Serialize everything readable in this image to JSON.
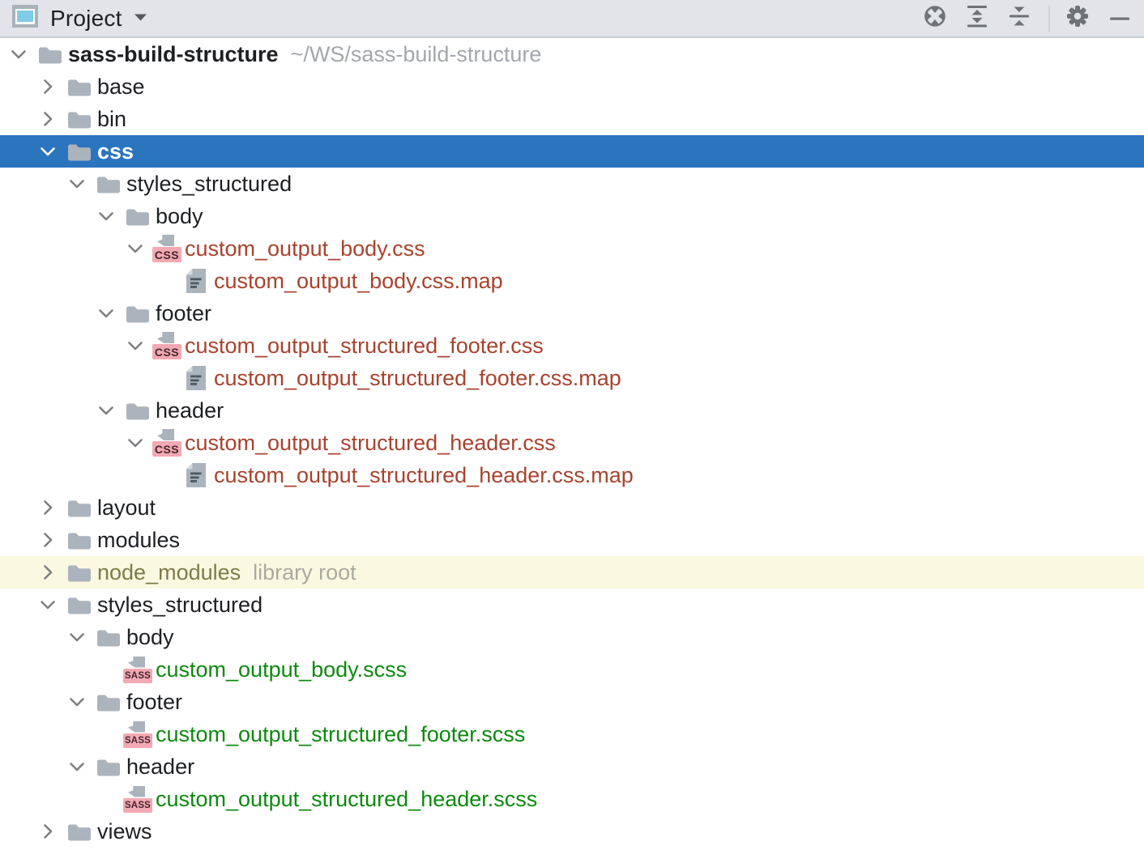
{
  "toolbar": {
    "title": "Project",
    "selector_caret": "caret-down-icon",
    "buttons": [
      {
        "name": "locate-file-button",
        "icon": "target-icon"
      },
      {
        "name": "expand-all-button",
        "icon": "expand-all-icon"
      },
      {
        "name": "collapse-all-button",
        "icon": "collapse-all-icon"
      },
      {
        "name": "settings-button",
        "icon": "gear-icon"
      },
      {
        "name": "hide-button",
        "icon": "minimize-icon"
      }
    ]
  },
  "colors": {
    "default": "#1D1F23",
    "red": "#A8432E",
    "green": "#0C8A0E",
    "olive": "#7C7C49",
    "white": "#FFFFFF",
    "annotation": "#A3A7AD",
    "annotation_on_highlight": "#A9ABA0",
    "selection": "#2B74BE",
    "highlight": "#FBF8E1",
    "toolbar_bg": "#E2E4EA",
    "icon_gray": "#ABB3BC",
    "badge_pink": "#F2A9B3"
  },
  "tree": {
    "rows": [
      {
        "depth": 0,
        "chevron": "down",
        "icon": "folder",
        "label": "sass-build-structure",
        "bold": true,
        "annotation": "~/WS/sass-build-structure"
      },
      {
        "depth": 1,
        "chevron": "right",
        "icon": "folder",
        "label": "base"
      },
      {
        "depth": 1,
        "chevron": "right",
        "icon": "folder",
        "label": "bin"
      },
      {
        "depth": 1,
        "chevron": "down",
        "icon": "folder",
        "label": "css",
        "selected": true,
        "bold": true
      },
      {
        "depth": 2,
        "chevron": "down",
        "icon": "folder",
        "label": "styles_structured"
      },
      {
        "depth": 3,
        "chevron": "down",
        "icon": "folder",
        "label": "body"
      },
      {
        "depth": 4,
        "chevron": "down",
        "icon": "css",
        "label": "custom_output_body.css",
        "color": "red"
      },
      {
        "depth": 5,
        "chevron": null,
        "icon": "map",
        "label": "custom_output_body.css.map",
        "color": "red"
      },
      {
        "depth": 3,
        "chevron": "down",
        "icon": "folder",
        "label": "footer"
      },
      {
        "depth": 4,
        "chevron": "down",
        "icon": "css",
        "label": "custom_output_structured_footer.css",
        "color": "red"
      },
      {
        "depth": 5,
        "chevron": null,
        "icon": "map",
        "label": "custom_output_structured_footer.css.map",
        "color": "red"
      },
      {
        "depth": 3,
        "chevron": "down",
        "icon": "folder",
        "label": "header"
      },
      {
        "depth": 4,
        "chevron": "down",
        "icon": "css",
        "label": "custom_output_structured_header.css",
        "color": "red"
      },
      {
        "depth": 5,
        "chevron": null,
        "icon": "map",
        "label": "custom_output_structured_header.css.map",
        "color": "red"
      },
      {
        "depth": 1,
        "chevron": "right",
        "icon": "folder",
        "label": "layout"
      },
      {
        "depth": 1,
        "chevron": "right",
        "icon": "folder",
        "label": "modules"
      },
      {
        "depth": 1,
        "chevron": "right",
        "icon": "folder",
        "label": "node_modules",
        "color": "olive",
        "annotation": "library root",
        "highlighted": true
      },
      {
        "depth": 1,
        "chevron": "down",
        "icon": "folder",
        "label": "styles_structured"
      },
      {
        "depth": 2,
        "chevron": "down",
        "icon": "folder",
        "label": "body"
      },
      {
        "depth": 3,
        "chevron": null,
        "icon": "sass",
        "label": "custom_output_body.scss",
        "color": "green"
      },
      {
        "depth": 2,
        "chevron": "down",
        "icon": "folder",
        "label": "footer"
      },
      {
        "depth": 3,
        "chevron": null,
        "icon": "sass",
        "label": "custom_output_structured_footer.scss",
        "color": "green"
      },
      {
        "depth": 2,
        "chevron": "down",
        "icon": "folder",
        "label": "header"
      },
      {
        "depth": 3,
        "chevron": null,
        "icon": "sass",
        "label": "custom_output_structured_header.scss",
        "color": "green"
      },
      {
        "depth": 1,
        "chevron": "right",
        "icon": "folder",
        "label": "views"
      }
    ],
    "badges": {
      "css": "CSS",
      "sass": "SASS"
    }
  }
}
